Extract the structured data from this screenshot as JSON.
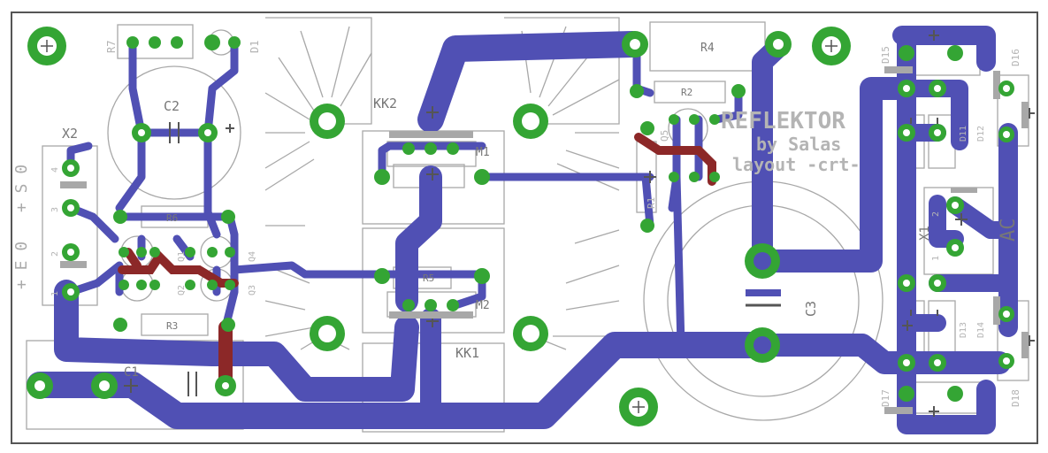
{
  "board": {
    "colors": {
      "background": "#ffffff",
      "outline": "#555555",
      "trace_bottom": "#5050b4",
      "trace_top": "#8c2828",
      "pad": "#34a534",
      "silk": "#a8a8a8",
      "label": "#b4b4b4",
      "text_dark": "#555555"
    },
    "title": {
      "line1": "REFLEKTOR",
      "line2": "by Salas",
      "line3": "layout -crt-"
    },
    "components": {
      "r7": "R7",
      "d1": "D1",
      "c2": "C2",
      "kk2": "KK2",
      "m1": "M1",
      "r4": "R4",
      "r2": "R2",
      "q5": "Q5",
      "r1": "R1",
      "x2": "X2",
      "r6": "R6",
      "q1": "Q1",
      "q4": "Q4",
      "q2": "Q2",
      "q3": "Q3",
      "r5": "R5",
      "m2": "M2",
      "r3": "R3",
      "kk1": "KK1",
      "c1": "C1",
      "c3": "C3",
      "x1": "X1",
      "ac": "AC",
      "d15": "D15",
      "d16": "D16",
      "d11": "D11",
      "d12": "D12",
      "d13": "D13",
      "d14": "D14",
      "d17": "D17",
      "d18": "D18"
    },
    "x2_pins": [
      "4",
      "3",
      "2",
      "1"
    ],
    "x1_pins": [
      "2",
      "1"
    ],
    "edge_labels": {
      "top_pair": "+ S 0",
      "bottom_pair": "+ E 0"
    }
  }
}
